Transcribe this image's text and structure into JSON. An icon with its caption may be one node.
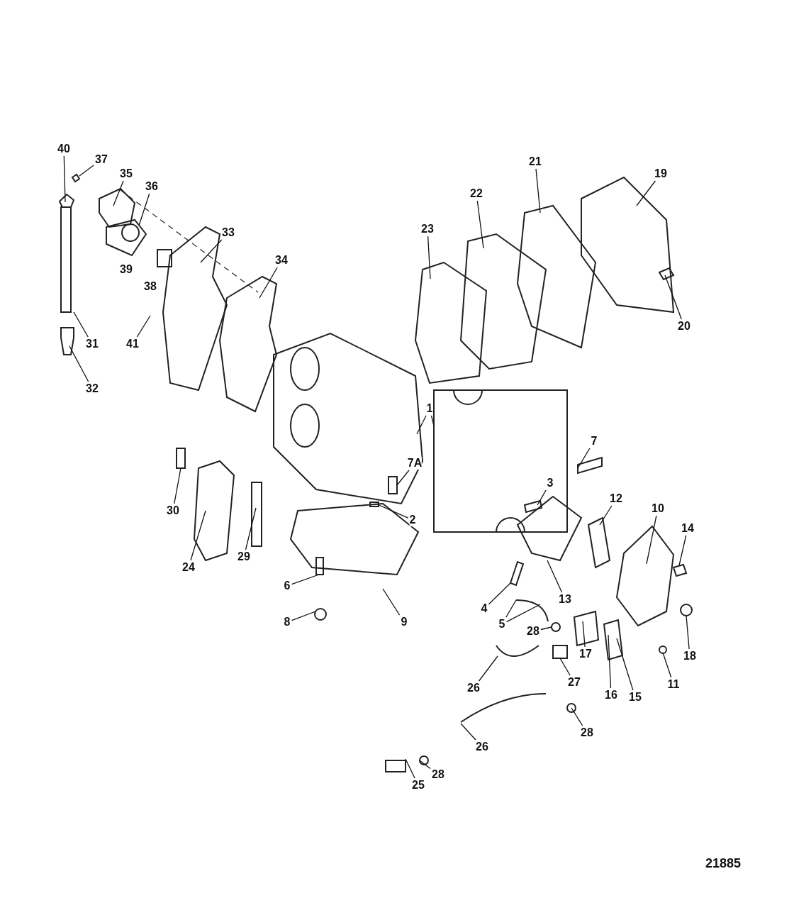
{
  "diagram": {
    "nodes": [
      {
        "text": [
          "40"
        ]
      },
      {
        "text": [
          "37"
        ]
      },
      {
        "text": [
          "21"
        ]
      },
      {
        "text": [
          "19"
        ]
      },
      {
        "text": [
          "35"
        ]
      },
      {
        "text": [
          "36"
        ]
      },
      {
        "text": [
          "22"
        ]
      },
      {
        "text": [
          "23"
        ]
      },
      {
        "text": [
          "33"
        ]
      },
      {
        "text": [
          "34"
        ]
      },
      {
        "text": [
          "20"
        ]
      },
      {
        "text": [
          "31"
        ]
      },
      {
        "text": [
          "41"
        ]
      },
      {
        "text": [
          "32"
        ]
      },
      {
        "text": [
          "1"
        ]
      },
      {
        "text": [
          "7"
        ]
      },
      {
        "text": [
          "7A"
        ]
      },
      {
        "text": [
          "3"
        ]
      },
      {
        "text": [
          "12"
        ]
      },
      {
        "text": [
          "10"
        ]
      },
      {
        "text": [
          "30"
        ]
      },
      {
        "text": [
          "2"
        ]
      },
      {
        "text": [
          "14"
        ]
      },
      {
        "text": [
          "29"
        ]
      },
      {
        "text": [
          "24"
        ]
      },
      {
        "text": [
          "6"
        ]
      },
      {
        "text": [
          "13"
        ]
      },
      {
        "text": [
          "4"
        ]
      },
      {
        "text": [
          "28"
        ]
      },
      {
        "text": [
          "9"
        ]
      },
      {
        "text": [
          "8"
        ]
      },
      {
        "text": [
          "5"
        ]
      },
      {
        "text": [
          "17"
        ]
      },
      {
        "text": [
          "18"
        ]
      },
      {
        "text": [
          "11"
        ]
      },
      {
        "text": [
          "26"
        ]
      },
      {
        "text": [
          "27"
        ]
      },
      {
        "text": [
          "16"
        ]
      },
      {
        "text": [
          "15"
        ]
      },
      {
        "text": [
          "28"
        ]
      },
      {
        "text": [
          "26"
        ]
      },
      {
        "text": [
          "28"
        ]
      },
      {
        "text": [
          "25"
        ]
      },
      {
        "text": [
          "39"
        ]
      },
      {
        "text": [
          "38"
        ]
      }
    ],
    "edges": [
      {
        "from": 0,
        "to": null,
        "arrow": "none"
      },
      {
        "from": 1,
        "to": null,
        "arrow": "none"
      },
      {
        "from": 2,
        "to": null,
        "arrow": "none"
      },
      {
        "from": 3,
        "to": null,
        "arrow": "none"
      },
      {
        "from": 4,
        "to": null,
        "arrow": "none"
      },
      {
        "from": 5,
        "to": null,
        "arrow": "none"
      },
      {
        "from": 6,
        "to": null,
        "arrow": "none"
      },
      {
        "from": 7,
        "to": null,
        "arrow": "none"
      },
      {
        "from": 8,
        "to": null,
        "arrow": "none"
      },
      {
        "from": 9,
        "to": null,
        "arrow": "none"
      },
      {
        "from": 10,
        "to": null,
        "arrow": "none"
      },
      {
        "from": 11,
        "to": null,
        "arrow": "none"
      },
      {
        "from": 12,
        "to": null,
        "arrow": "none"
      },
      {
        "from": 13,
        "to": null,
        "arrow": "none"
      },
      {
        "from": 14,
        "to": null,
        "arrow": "none"
      },
      {
        "from": 14,
        "to": null,
        "arrow": "none"
      },
      {
        "from": 15,
        "to": null,
        "arrow": "none"
      },
      {
        "from": 16,
        "to": null,
        "arrow": "none"
      },
      {
        "from": 17,
        "to": null,
        "arrow": "none"
      },
      {
        "from": 18,
        "to": null,
        "arrow": "none"
      },
      {
        "from": 19,
        "to": null,
        "arrow": "none"
      },
      {
        "from": 20,
        "to": null,
        "arrow": "none"
      },
      {
        "from": 21,
        "to": null,
        "arrow": "none"
      },
      {
        "from": 22,
        "to": null,
        "arrow": "none"
      },
      {
        "from": 23,
        "to": null,
        "arrow": "none"
      },
      {
        "from": 24,
        "to": null,
        "arrow": "none"
      },
      {
        "from": 25,
        "to": null,
        "arrow": "none"
      },
      {
        "from": 26,
        "to": null,
        "arrow": "none"
      },
      {
        "from": 27,
        "to": null,
        "arrow": "none"
      },
      {
        "from": 28,
        "to": null,
        "arrow": "none"
      },
      {
        "from": 29,
        "to": null,
        "arrow": "none"
      },
      {
        "from": 30,
        "to": null,
        "arrow": "none"
      },
      {
        "from": 31,
        "to": null,
        "arrow": "none"
      },
      {
        "from": 31,
        "to": null,
        "arrow": "none"
      },
      {
        "from": 32,
        "to": null,
        "arrow": "none"
      },
      {
        "from": 33,
        "to": null,
        "arrow": "none"
      },
      {
        "from": 34,
        "to": null,
        "arrow": "none"
      },
      {
        "from": 35,
        "to": null,
        "arrow": "none"
      },
      {
        "from": 36,
        "to": null,
        "arrow": "none"
      },
      {
        "from": 37,
        "to": null,
        "arrow": "none"
      },
      {
        "from": 38,
        "to": null,
        "arrow": "none"
      },
      {
        "from": 39,
        "to": null,
        "arrow": "none"
      },
      {
        "from": 40,
        "to": null,
        "arrow": "none"
      },
      {
        "from": 41,
        "to": null,
        "arrow": "none"
      },
      {
        "from": 42,
        "to": null,
        "arrow": "none"
      }
    ],
    "labels": [
      "21885"
    ]
  }
}
